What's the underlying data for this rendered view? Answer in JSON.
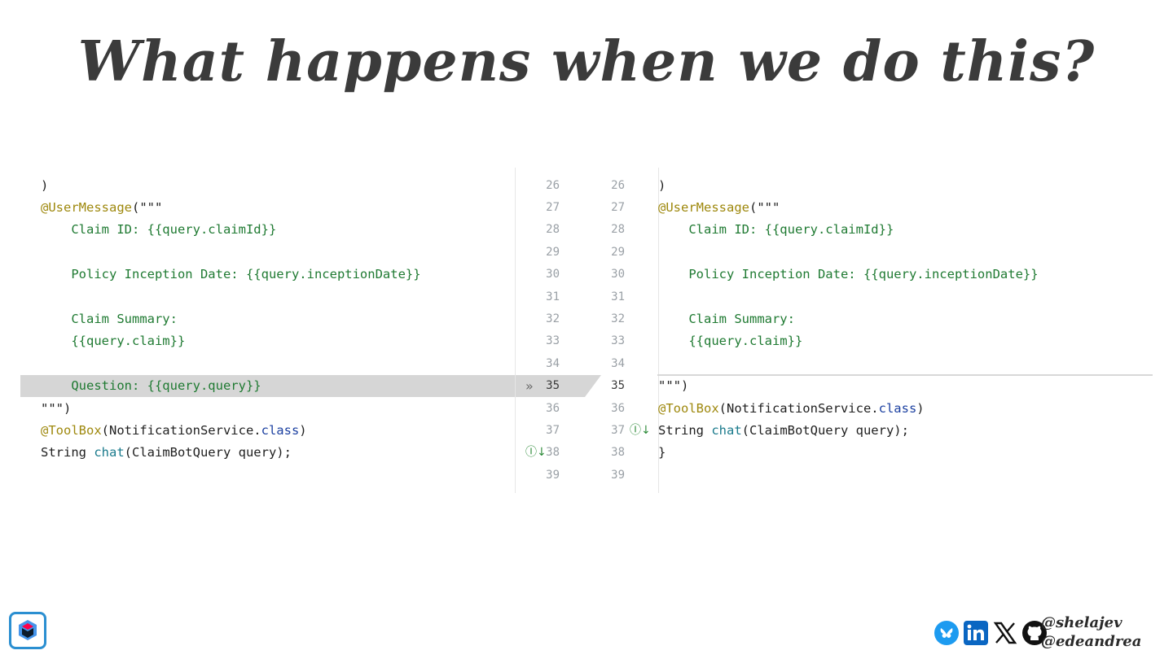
{
  "slide": {
    "title": "What happens when we do this?"
  },
  "diff": {
    "left_lines": [
      {
        "segments": [
          {
            "t": ")",
            "c": "plain"
          }
        ]
      },
      {
        "segments": [
          {
            "t": "@UserMessage",
            "c": "ann"
          },
          {
            "t": "(\"\"\"",
            "c": "plain"
          }
        ]
      },
      {
        "segments": [
          {
            "t": "    Claim ID: {{query.claimId}}",
            "c": "str"
          }
        ]
      },
      {
        "segments": []
      },
      {
        "segments": [
          {
            "t": "    Policy Inception Date: {{query.inceptionDate}}",
            "c": "str"
          }
        ]
      },
      {
        "segments": []
      },
      {
        "segments": [
          {
            "t": "    Claim Summary:",
            "c": "str"
          }
        ]
      },
      {
        "segments": [
          {
            "t": "    {{query.claim}}",
            "c": "str"
          }
        ]
      },
      {
        "segments": []
      },
      {
        "segments": [
          {
            "t": "    Question: {{query.query}}",
            "c": "str"
          }
        ]
      },
      {
        "segments": [
          {
            "t": "\"\"\")",
            "c": "plain"
          }
        ]
      },
      {
        "segments": [
          {
            "t": "@ToolBox",
            "c": "ann"
          },
          {
            "t": "(NotificationService.",
            "c": "plain"
          },
          {
            "t": "class",
            "c": "kw"
          },
          {
            "t": ")",
            "c": "plain"
          }
        ]
      },
      {
        "segments": [
          {
            "t": "String ",
            "c": "plain"
          },
          {
            "t": "chat",
            "c": "fn"
          },
          {
            "t": "(ClaimBotQuery query);",
            "c": "plain"
          }
        ]
      },
      {
        "segments": []
      }
    ],
    "right_lines": [
      {
        "segments": [
          {
            "t": ")",
            "c": "plain"
          }
        ]
      },
      {
        "segments": [
          {
            "t": "@UserMessage",
            "c": "ann"
          },
          {
            "t": "(\"\"\"",
            "c": "plain"
          }
        ]
      },
      {
        "segments": [
          {
            "t": "    Claim ID: {{query.claimId}}",
            "c": "str"
          }
        ]
      },
      {
        "segments": []
      },
      {
        "segments": [
          {
            "t": "    Policy Inception Date: {{query.inceptionDate}}",
            "c": "str"
          }
        ]
      },
      {
        "segments": []
      },
      {
        "segments": [
          {
            "t": "    Claim Summary:",
            "c": "str"
          }
        ]
      },
      {
        "segments": [
          {
            "t": "    {{query.claim}}",
            "c": "str"
          }
        ]
      },
      {
        "segments": []
      },
      {
        "segments": [
          {
            "t": "\"\"\")",
            "c": "plain"
          }
        ]
      },
      {
        "segments": [
          {
            "t": "@ToolBox",
            "c": "ann"
          },
          {
            "t": "(NotificationService.",
            "c": "plain"
          },
          {
            "t": "class",
            "c": "kw"
          },
          {
            "t": ")",
            "c": "plain"
          }
        ]
      },
      {
        "segments": [
          {
            "t": "String ",
            "c": "plain"
          },
          {
            "t": "chat",
            "c": "fn"
          },
          {
            "t": "(ClaimBotQuery query);",
            "c": "plain"
          }
        ]
      },
      {
        "segments": [
          {
            "t": "}",
            "c": "plain"
          }
        ]
      },
      {
        "segments": []
      }
    ],
    "left_line_numbers": [
      "26",
      "27",
      "28",
      "29",
      "30",
      "31",
      "32",
      "33",
      "34",
      "35",
      "36",
      "37",
      "38",
      "39"
    ],
    "right_line_numbers": [
      "26",
      "27",
      "28",
      "29",
      "30",
      "31",
      "32",
      "33",
      "34",
      "35",
      "36",
      "37",
      "38",
      "39"
    ],
    "changed_left_row": 9,
    "apply_change_glyph": "»",
    "implements_glyph": "Ⓘ↓",
    "implements_left_row": 12,
    "implements_right_row": 11
  },
  "footer": {
    "handles": [
      "@shelajev",
      "@edeandrea"
    ],
    "social_icons": [
      "bluesky-icon",
      "linkedin-icon",
      "x-icon",
      "github-icon"
    ],
    "logo_icon": "quarkus-logo-icon"
  },
  "colors": {
    "annotation": "#9e880d",
    "string": "#1f7a32",
    "keyword": "#1a3fa0",
    "method": "#1a7a8c",
    "changed_background": "#d6d6d6"
  }
}
